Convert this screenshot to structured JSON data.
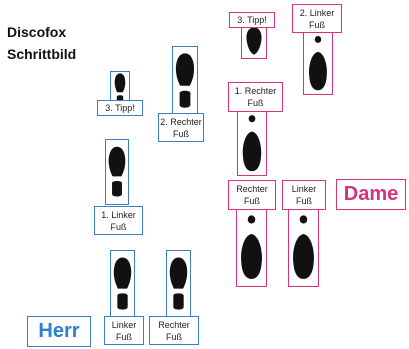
{
  "diagram": {
    "title": "Discofox",
    "subtitle": "Schrittbild",
    "roles": {
      "herr": "Herr",
      "dame": "Dame"
    },
    "herr_labels": {
      "tipp": "3. Tipp!",
      "rechter_fuss_2": "2. Rechter\nFuß",
      "linker_fuss_1": "1. Linker\nFuß",
      "linker_fuss": "Linker\nFuß",
      "rechter_fuss": "Rechter\nFuß"
    },
    "dame_labels": {
      "tipp": "3. Tipp!",
      "linker_fuss_2": "2. Linker\nFuß",
      "rechter_fuss_1": "1. Rechter\nFuß",
      "rechter_fuss": "Rechter\nFuß",
      "linker_fuss": "Linker\nFuß"
    },
    "colors": {
      "herr": "#3a7fc4",
      "dame": "#d6337e",
      "footprint": "#111111"
    }
  }
}
